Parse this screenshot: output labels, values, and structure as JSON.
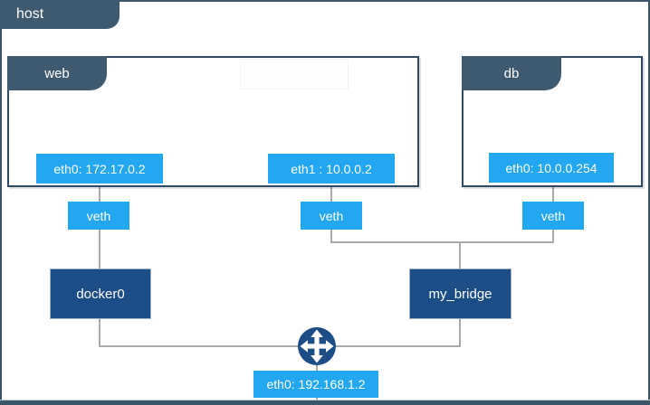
{
  "diagram": {
    "host": {
      "label": "host",
      "interface": {
        "label": "eth0: 192.168.1.2"
      }
    },
    "containers": {
      "web": {
        "label": "web",
        "interfaces": [
          {
            "label": "eth0: 172.17.0.2"
          },
          {
            "label": "eth1 : 10.0.0.2"
          }
        ]
      },
      "db": {
        "label": "db",
        "interfaces": [
          {
            "label": "eth0: 10.0.0.254"
          }
        ]
      }
    },
    "veths": [
      {
        "label": "veth"
      },
      {
        "label": "veth"
      },
      {
        "label": "veth"
      }
    ],
    "bridges": [
      {
        "label": "docker0"
      },
      {
        "label": "my_bridge"
      }
    ],
    "icons": {
      "router": "router-crossed-arrows-icon"
    },
    "colors": {
      "tab_slate": "#3e5a70",
      "box_border_slate": "#2c4961",
      "frame_slate": "#3a5669",
      "interface_blue": "#22a7f0",
      "bridge_navy": "#1c4d87",
      "connector_gray": "#a9a9a9"
    }
  }
}
